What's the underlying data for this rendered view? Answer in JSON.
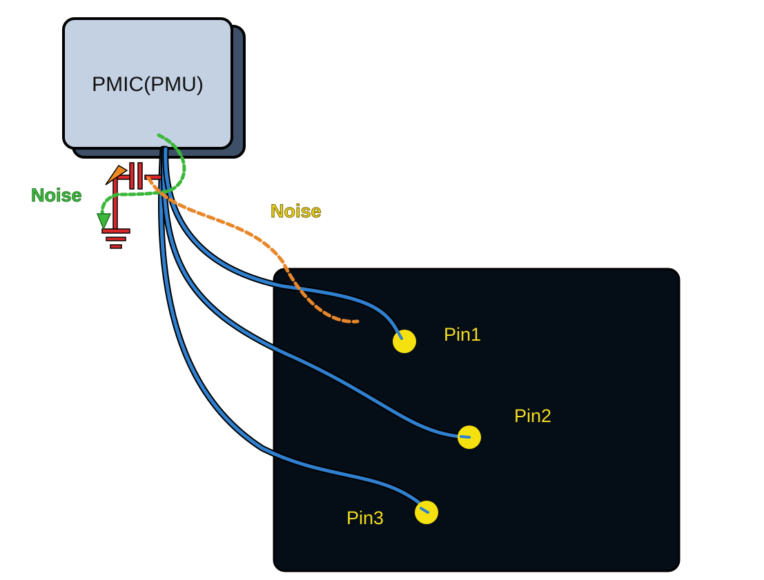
{
  "diagram": {
    "pmic_label": "PMIC(PMU)",
    "noise_labels": {
      "decoupled": "Noise",
      "coupled": "Noise"
    },
    "pins": [
      {
        "label": "Pin1"
      },
      {
        "label": "Pin2"
      },
      {
        "label": "Pin3"
      }
    ],
    "colors": {
      "pmic_fill": "#c3d1e3",
      "pmic_shadow": "#3e5068",
      "board": "#050d16",
      "trace": "#2f80d0",
      "pin_pad": "#f5e10f",
      "capacitor": "#d8282a",
      "noise_green": "#3cb83c",
      "noise_orange": "#e8872a",
      "noise_yellow_text": "#e6cf1a"
    }
  }
}
